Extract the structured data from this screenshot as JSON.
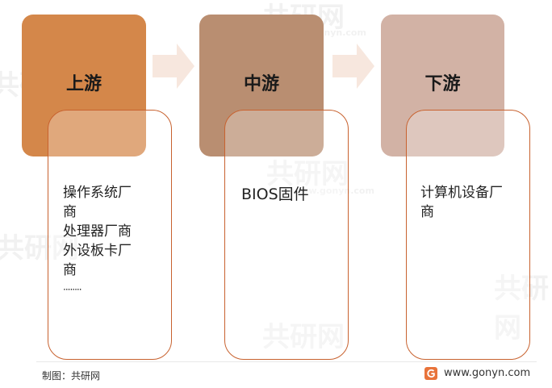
{
  "stages": [
    {
      "title": "上游",
      "lines": [
        "操作系统厂",
        "商",
        "处理器厂商",
        "外设板卡厂",
        "商",
        "········"
      ]
    },
    {
      "title": "中游",
      "lines": [
        "BIOS固件"
      ]
    },
    {
      "title": "下游",
      "lines": [
        "计算机设备厂",
        "商"
      ]
    }
  ],
  "footer": {
    "credit": "制图：共研网",
    "website": "www.gonyn.com"
  },
  "watermark": {
    "brand": "共研网",
    "domain": "www.gonyn.com"
  },
  "colors": {
    "upstream": "#d4874a",
    "midstream": "#b98e71",
    "downstream": "#d2b2a5",
    "outline": "#c8622f",
    "arrow": "#f7e7de"
  }
}
